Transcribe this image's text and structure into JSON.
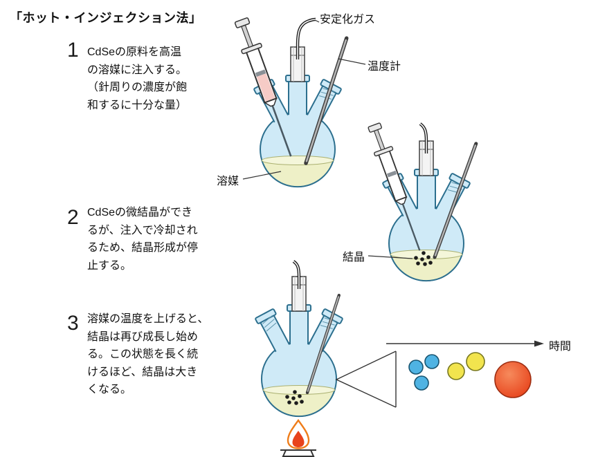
{
  "title": "「ホット・インジェクション法」",
  "steps": [
    {
      "number": "1",
      "text": "CdSeの原料を高温\nの溶媒に注入する。\n（針周りの濃度が飽\n和するに十分な量）"
    },
    {
      "number": "2",
      "text": "CdSeの微結晶ができ\nるが、注入で冷却され\nるため、結晶形成が停\n止する。"
    },
    {
      "number": "3",
      "text": "溶媒の温度を上げると、\n結晶は再び成長し始め\nる。この状態を長く続\nけるほど、結晶は大き\nくなる。"
    }
  ],
  "labels": {
    "stabilizing_gas": "安定化ガス",
    "thermometer": "温度計",
    "solvent": "溶媒",
    "crystal": "結晶",
    "time": "時間"
  },
  "icons": {
    "flask": "three-neck-round-bottom-flask",
    "syringe": "syringe",
    "thermometer": "thermometer-rod",
    "gas_tube": "gas-line-tube",
    "flame": "burner-flame",
    "crystals": "crystal-dots"
  },
  "colors": {
    "glass": "#cfeaf7",
    "glass_line": "#2c6f8e",
    "liquid": "#eef0c7",
    "liquid_top": "#f4f6da",
    "syringe_liquid": "#f6cbc6",
    "crystal": "#1c1c1c",
    "particle_blue": "#4fb3e3",
    "particle_yellow": "#f2e44e",
    "particle_red": "#e8491f",
    "flame_outline": "#ef7d1a",
    "flame_core": "#e8431c"
  }
}
